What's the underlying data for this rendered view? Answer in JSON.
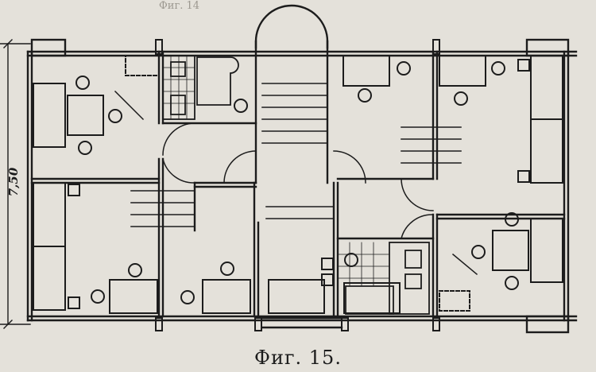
{
  "figure": {
    "caption": "Фиг. 15.",
    "dimension_label": "7,50"
  },
  "page_fragment": {
    "top_left_text": "Фиг. 14"
  },
  "colors": {
    "paper": "#e4e1da",
    "ink": "#1c1c1c"
  }
}
